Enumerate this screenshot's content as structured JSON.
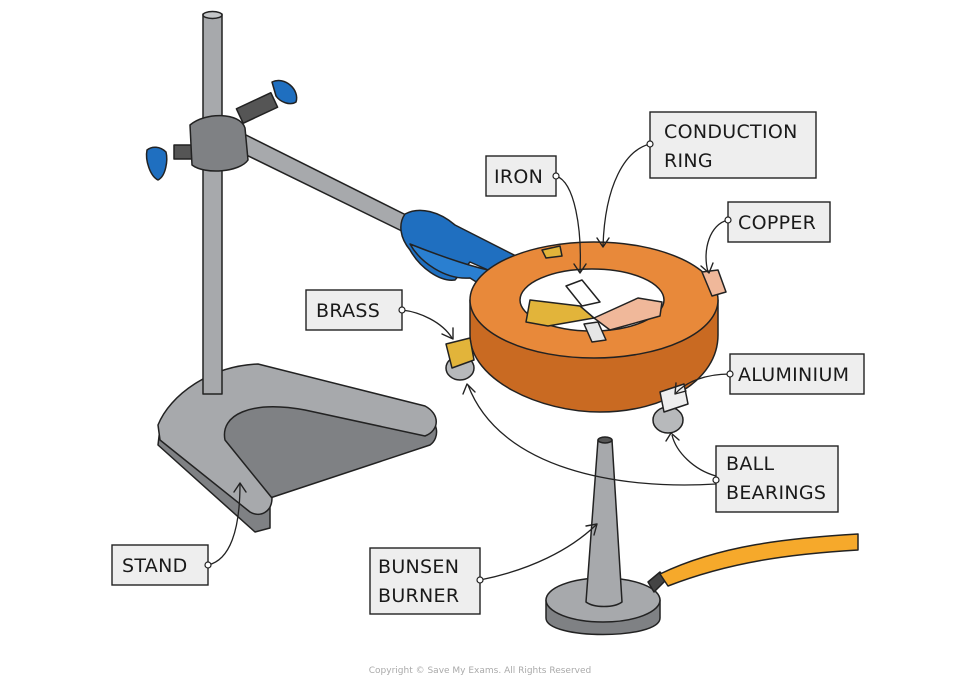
{
  "labels": {
    "conduction_ring": [
      "CONDUCTION",
      "RING"
    ],
    "iron": "IRON",
    "copper": "COPPER",
    "brass": "BRASS",
    "aluminium": "ALUMINIUM",
    "ball_bearings": [
      "BALL",
      "BEARINGS"
    ],
    "stand": "STAND",
    "bunsen_burner": [
      "BUNSEN",
      "BURNER"
    ]
  },
  "copyright": "Copyright © Save My Exams. All Rights Reserved",
  "colors": {
    "stand_grey": "#a7a9ac",
    "clamp_blue": "#1f6fc0",
    "ring_orange": "#e8893a",
    "copper_strip": "#f0b89a",
    "brass_strip": "#e2b43a",
    "hose_yellow": "#f6a92b"
  }
}
